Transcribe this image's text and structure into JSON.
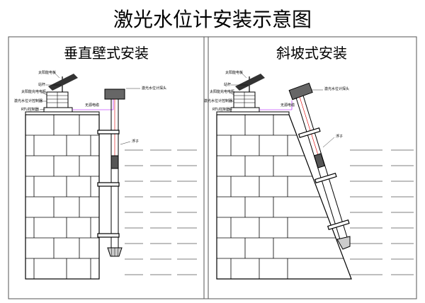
{
  "title": "激光水位计安装示意图",
  "panels": [
    {
      "title": "垂直壁式安装",
      "labels": {
        "solar_panel": "太阳能电板",
        "pole": "站杆",
        "charger": "太阳能充电电瓶",
        "controller": "激光水位计控制器",
        "rtu": "RTU控制器",
        "cable": "无源电缆",
        "sensor_head": "激光水位计探头",
        "float": "浮子"
      }
    },
    {
      "title": "斜坡式安装",
      "labels": {
        "solar_panel": "太阳能电板",
        "pole": "站杆",
        "charger": "太阳能充电电瓶",
        "controller": "激光水位计控制器",
        "rtu": "RTU控制器",
        "cable": "无源电缆",
        "sensor_head": "激光水位计探头",
        "float": "浮子"
      }
    }
  ]
}
